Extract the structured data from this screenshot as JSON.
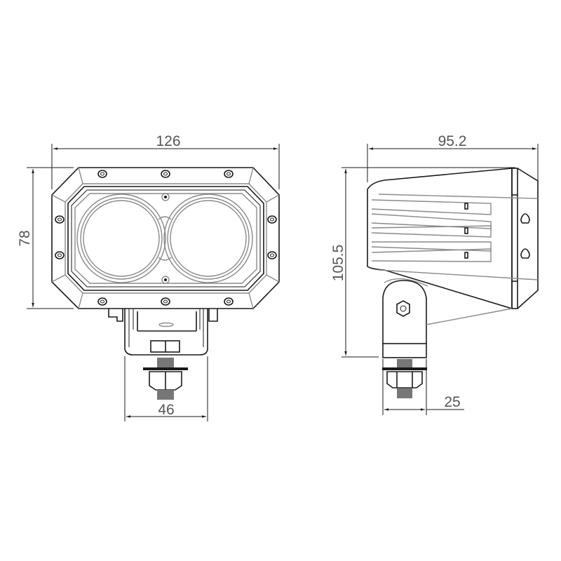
{
  "drawing": {
    "type": "technical-dimension-drawing",
    "subject": "LED work light, two round lenses, U-bracket mount",
    "units": "mm",
    "views": [
      {
        "name": "front-view",
        "dimensions": {
          "width": "126",
          "height": "78",
          "bracket_width": "46"
        }
      },
      {
        "name": "side-view",
        "dimensions": {
          "depth": "95.2",
          "total_height": "105.5",
          "bracket_thickness": "25"
        }
      }
    ]
  },
  "labels": {
    "front_width": "126",
    "front_height": "78",
    "front_bracket": "46",
    "side_depth": "95.2",
    "side_height": "105.5",
    "side_bracket": "25"
  }
}
